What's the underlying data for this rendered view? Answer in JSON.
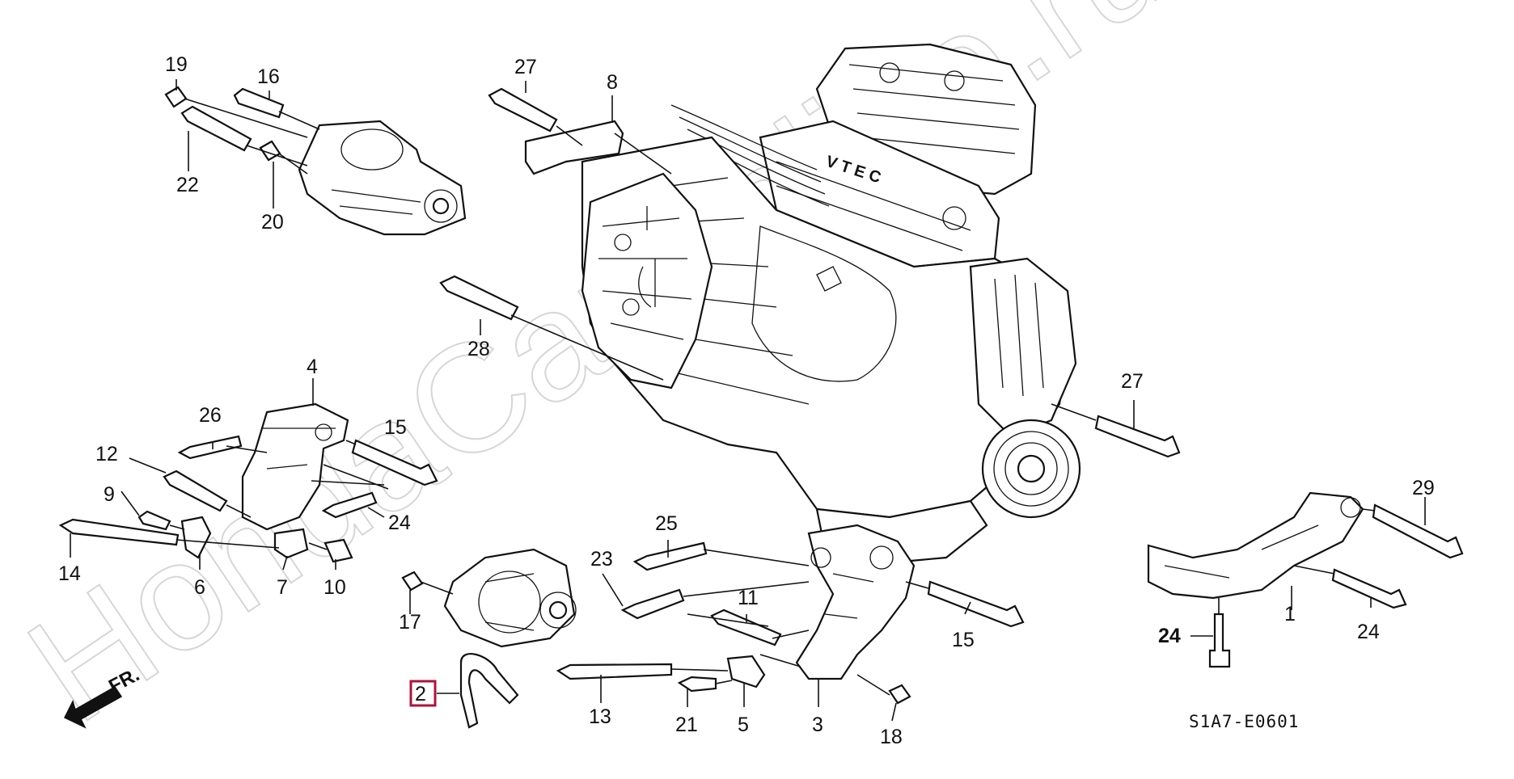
{
  "watermark": "HondaCarOnline.ru",
  "diagram_code": "S1A7-E0601",
  "direction_label": "FR.",
  "highlighted_label": "2",
  "callouts": {
    "c19": "19",
    "c16": "16",
    "c22": "22",
    "c20": "20",
    "c27a": "27",
    "c8": "8",
    "c28": "28",
    "c27b": "27",
    "c4": "4",
    "c26": "26",
    "c15a": "15",
    "c12": "12",
    "c9": "9",
    "c24a": "24",
    "c14": "14",
    "c6": "6",
    "c7": "7",
    "c10": "10",
    "c17": "17",
    "c25": "25",
    "c23": "23",
    "c11": "11",
    "c15b": "15",
    "c29": "29",
    "c1": "1",
    "c24b": "24",
    "c24c": "24",
    "c13": "13",
    "c21": "21",
    "c5": "5",
    "c3": "3",
    "c18": "18"
  },
  "colors": {
    "highlight": "#b0123c",
    "watermark": "#d6d6d6",
    "ink": "#111111"
  },
  "icons": [
    "front-direction-arrow-icon"
  ]
}
